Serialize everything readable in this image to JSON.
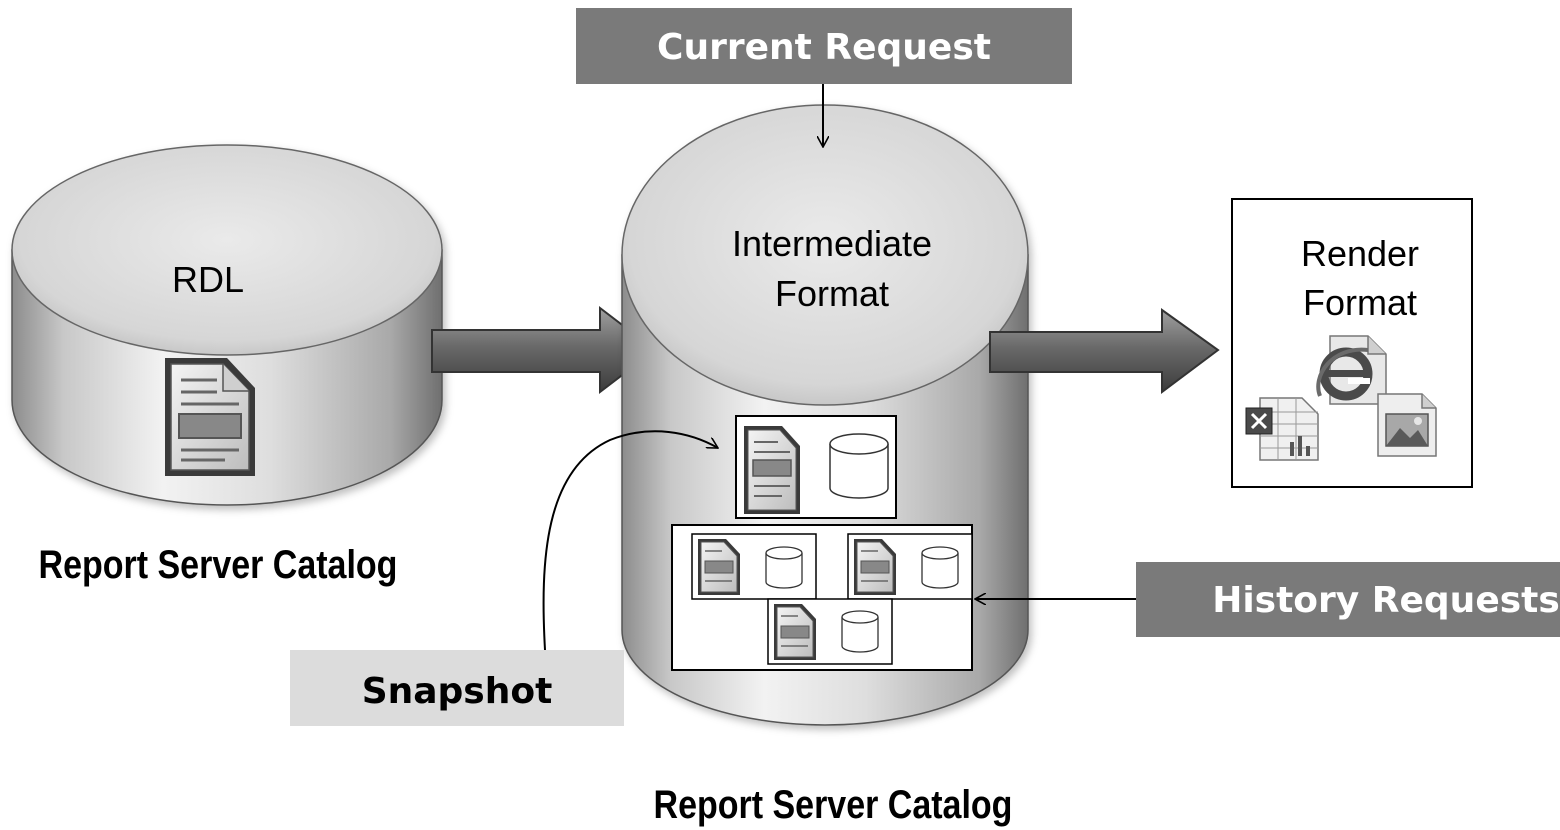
{
  "left_db": {
    "label": "RDL",
    "caption": "Report Server Catalog"
  },
  "center_db": {
    "label_line1": "Intermediate",
    "label_line2": "Format",
    "caption": "Report Server Catalog"
  },
  "render": {
    "label_line1": "Render",
    "label_line2": "Format",
    "icons": [
      "excel-icon",
      "internet-explorer-icon",
      "image-file-icon"
    ]
  },
  "callouts": {
    "current_request": "Current Request",
    "history_requests": "History Requests",
    "snapshot": "Snapshot"
  },
  "colors": {
    "dark_callout": "#7a7a7a",
    "light_callout": "#dcdcdc",
    "arrow": "#6e6e6e"
  }
}
